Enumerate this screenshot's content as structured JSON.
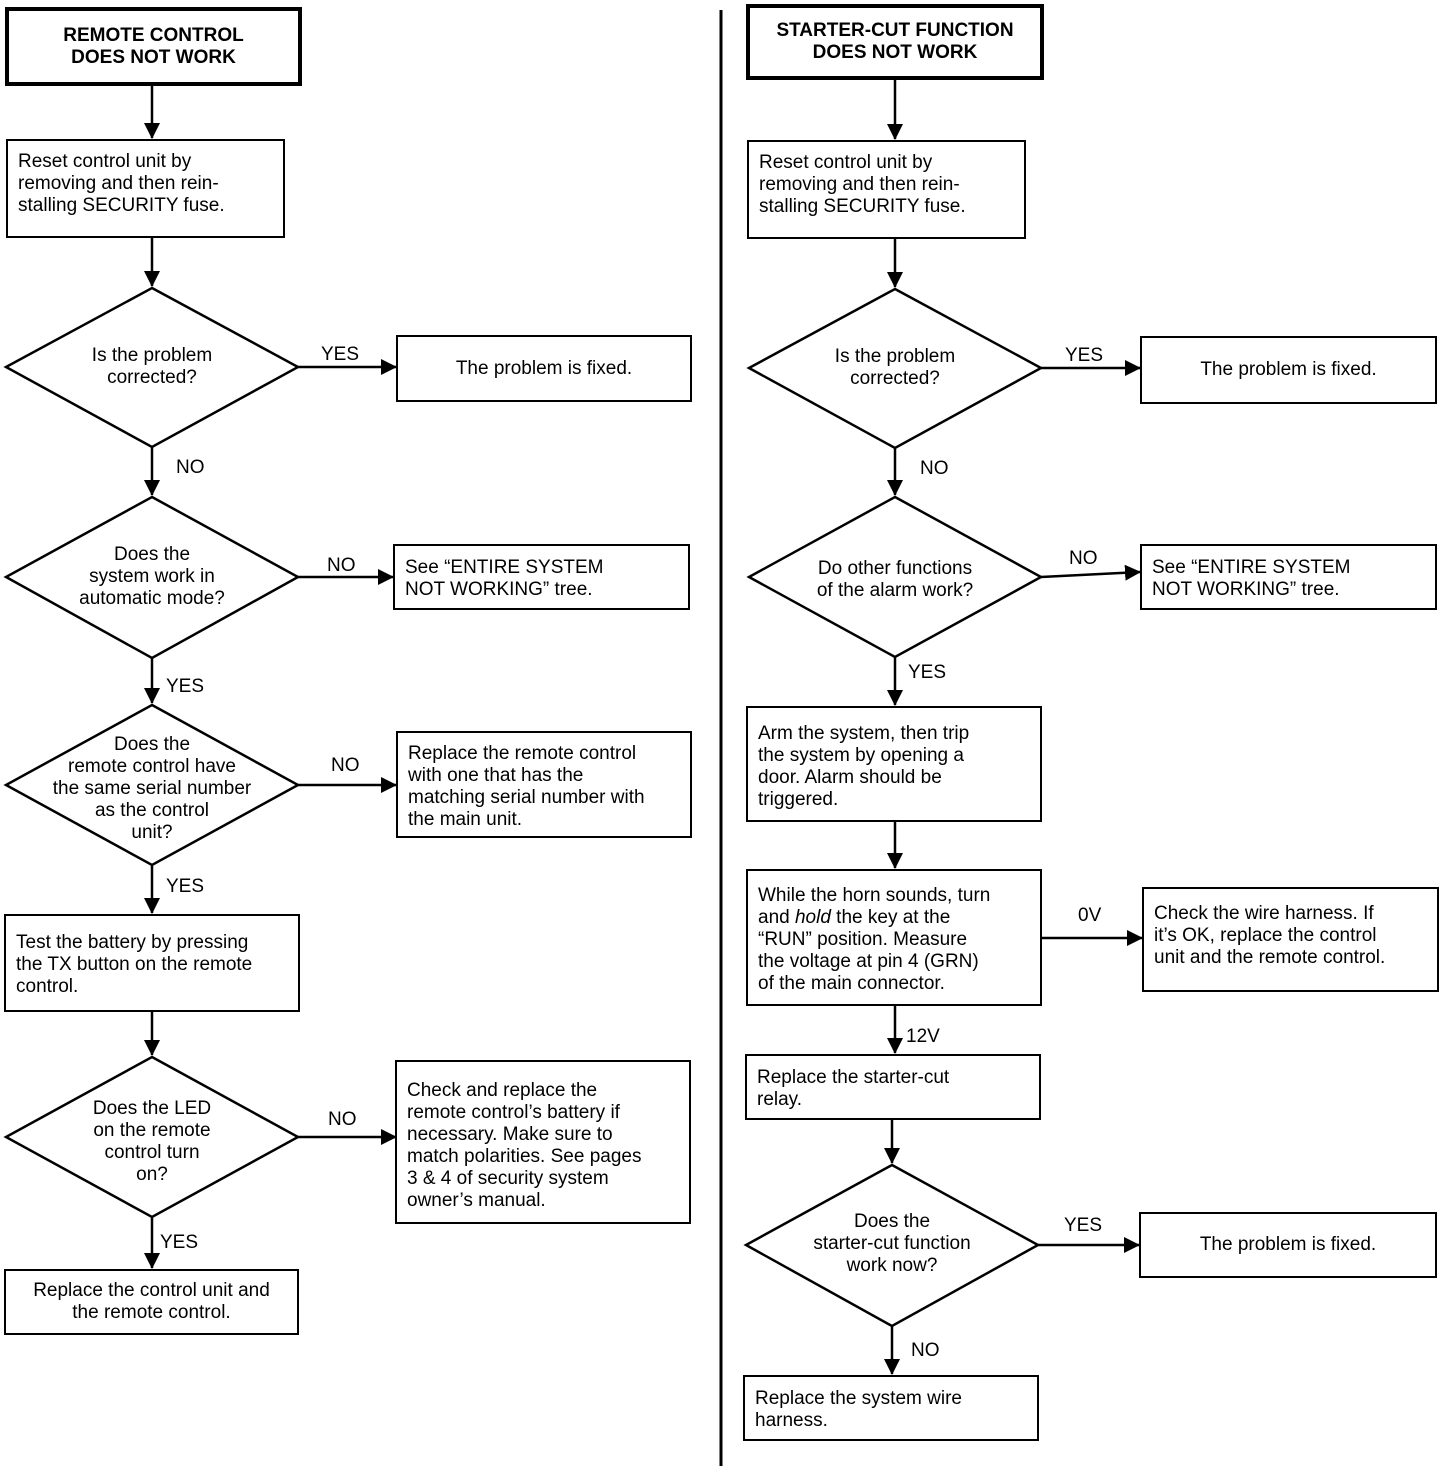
{
  "left_tree": {
    "title": "REMOTE CONTROL\nDOES NOT WORK",
    "reset": "Reset control unit by\nremoving and then rein-\nstalling SECURITY fuse.",
    "q_corrected": "Is the problem\ncorrected?",
    "fixed": "The problem is fixed.",
    "q_automatic": "Does the\nsystem work in\nautomatic mode?",
    "see_entire": "See “ENTIRE SYSTEM\nNOT WORKING” tree.",
    "q_serial": "Does the\nremote control have\nthe same serial number\nas the control\nunit?",
    "replace_remote": "Replace the remote control\nwith one that has the\nmatching serial number with\nthe main unit.",
    "test_battery": "Test the battery by pressing\nthe TX button on the remote\ncontrol.",
    "q_led": "Does the LED\non the remote\ncontrol turn\non?",
    "check_battery": "Check and replace the\nremote control’s battery if\nnecessary. Make sure to\nmatch polarities. See pages\n3 & 4 of security system\nowner’s manual.",
    "replace_unit": "Replace the control unit and\nthe remote control.",
    "labels": {
      "yes1": "YES",
      "no1": "NO",
      "no2": "NO",
      "yes2": "YES",
      "no3": "NO",
      "yes3": "YES",
      "no4": "NO",
      "yes4": "YES"
    }
  },
  "right_tree": {
    "title": "STARTER-CUT FUNCTION\nDOES NOT WORK",
    "reset": "Reset control unit by\nremoving and then rein-\nstalling SECURITY fuse.",
    "q_corrected": "Is the problem\ncorrected?",
    "fixed": "The problem is fixed.",
    "q_other": "Do other functions\nof the alarm work?",
    "see_entire": "See “ENTIRE SYSTEM\nNOT WORKING” tree.",
    "arm": "Arm the system, then trip\nthe system by opening a\ndoor. Alarm should be\ntriggered.",
    "measure_pre": "While the horn sounds, turn\nand ",
    "measure_em": "hold",
    "measure_post": " the key at the\n“RUN” position. Measure\nthe voltage at pin 4 (GRN)\nof the main connector.",
    "check_harness": "Check the wire harness. If\nit’s OK, replace the control\nunit and the remote control.",
    "replace_relay": "Replace the starter-cut\nrelay.",
    "q_starter": "Does the\nstarter-cut function\nwork now?",
    "fixed2": "The problem is fixed.",
    "replace_harness": "Replace the system wire\nharness.",
    "labels": {
      "yes1": "YES",
      "no1": "NO",
      "no2": "NO",
      "yes2": "YES",
      "v0": "0V",
      "v12": "12V",
      "yes3": "YES",
      "no3": "NO"
    }
  }
}
